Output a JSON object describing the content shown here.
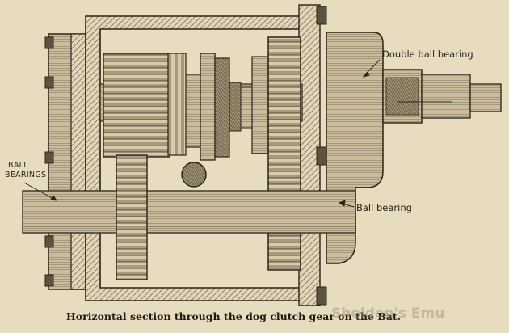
{
  "labels": {
    "double_ball_bearing": "Double ball bearing",
    "ball_bearing": "Ball bearing",
    "ball_bearings_line1": "BALL",
    "ball_bearings_line2": "BEARINGS"
  },
  "caption": "Horizontal section through the dog clutch gear on the Bat.",
  "watermark": "Sheldon's Emu",
  "colors": {
    "paper": "#e8dcc0",
    "ink": "#2a2418",
    "hatch": "#6b604a"
  }
}
